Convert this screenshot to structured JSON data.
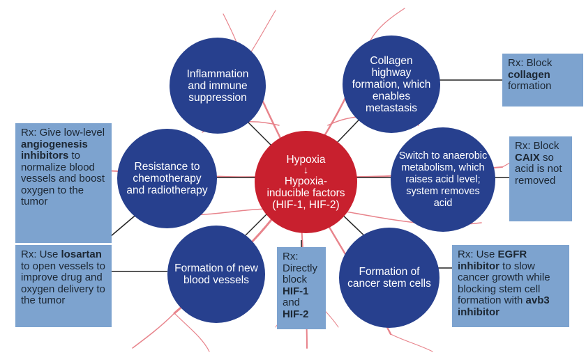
{
  "center": {
    "line1": "Hypoxia",
    "arrow": "↓",
    "line2": "Hypoxia-inducible factors (HIF-1, HIF-2)"
  },
  "nodes": {
    "inflammation": "Inflammation and immune suppression",
    "collagen": "Collagen highway formation, which enables metastasis",
    "resistance": "Resistance to chemotherapy and radiotherapy",
    "anaerobic": "Switch to anaerobic metabolism, which raises acid level; system removes acid",
    "blood_vessels": "Formation of new blood vessels",
    "stem_cells": "Formation of cancer stem cells"
  },
  "rx": {
    "collagen": {
      "pre": "Rx: Block ",
      "bold": "collagen",
      "post": " formation"
    },
    "caix": {
      "pre": "Rx: Block ",
      "bold": "CAIX",
      "post": " so acid is not removed"
    },
    "angiogenesis": {
      "pre": "Rx: Give low-level ",
      "bold": "angiogenesis inhibitors",
      "post": " to normalize blood vessels and boost oxygen to the tumor"
    },
    "losartan": {
      "pre": "Rx: Use ",
      "bold": "losartan",
      "post": " to open vessels to improve drug and oxygen delivery to the tumor"
    },
    "hif": {
      "pre": "Rx: Directly block ",
      "bold1": "HIF-1",
      "mid": " and ",
      "bold2": "HIF-2"
    },
    "egfr": {
      "pre": "Rx: Use ",
      "bold1": "EGFR inhibitor",
      "mid": " to slow cancer growth while blocking stem cell formation with ",
      "bold2": "avb3 inhibitor"
    }
  },
  "colors": {
    "node_blue": "#27408e",
    "center_red": "#c8202e",
    "rx_box": "#7da3cf",
    "vessel": "#e8848c",
    "connector": "#222222"
  }
}
